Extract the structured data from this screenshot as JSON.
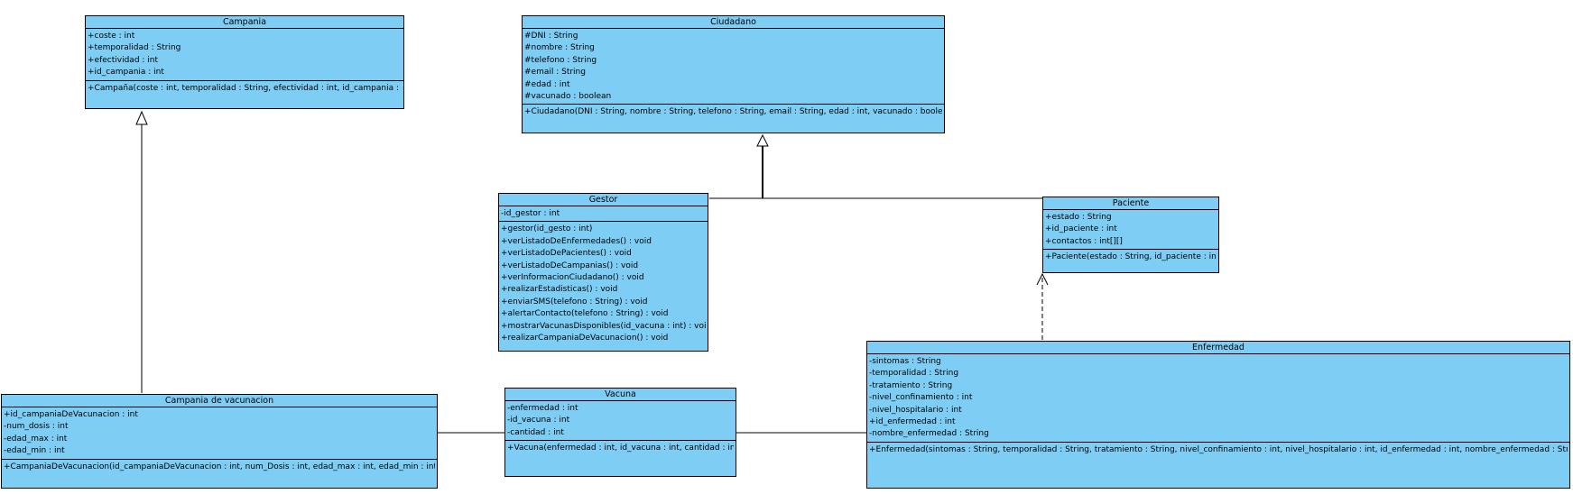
{
  "classes": [
    {
      "id": "campania",
      "name": "Campania",
      "attributes": [
        "+coste : int",
        "+temporalidad : String",
        "+efectividad : int",
        "+id_campania : int"
      ],
      "operations": [
        "+Campaña(coste : int, temporalidad : String, efectividad : int, id_campania : int)"
      ]
    },
    {
      "id": "ciudadano",
      "name": "Ciudadano",
      "attributes": [
        "#DNI : String",
        "#nombre : String",
        "#telefono : String",
        "#email : String",
        "#edad : int",
        "#vacunado : boolean"
      ],
      "operations": [
        "+Ciudadano(DNI : String, nombre : String, telefono : String, email : String, edad : int, vacunado : boolean)"
      ]
    },
    {
      "id": "gestor",
      "name": "Gestor",
      "attributes": [
        "-id_gestor : int"
      ],
      "operations": [
        "+gestor(id_gesto : int)",
        "+verListadoDeEnfermedades() : void",
        "+verListadoDePacientes() : void",
        "+verListadoDeCampanias() : void",
        "+verInformacionCiudadano() : void",
        "+realizarEstadisticas() : void",
        "+enviarSMS(telefono : String) : void",
        "+alertarContacto(telefono : String) : void",
        "+mostrarVacunasDisponibles(id_vacuna : int) : void",
        "+realizarCampaniaDeVacunacion() : void"
      ]
    },
    {
      "id": "paciente",
      "name": "Paciente",
      "attributes": [
        "+estado : String",
        "+id_paciente : int",
        "+contactos : int[][]"
      ],
      "operations": [
        "+Paciente(estado : String, id_paciente : int)"
      ]
    },
    {
      "id": "campania_vac",
      "name": "Campania de vacunacion",
      "attributes": [
        "+id_campaniaDeVacunacion : int",
        "-num_dosis : int",
        "-edad_max : int",
        "-edad_min : int"
      ],
      "operations": [
        "+CampaniaDeVacunacion(id_campaniaDeVacunacion : int, num_Dosis : int, edad_max : int, edad_min : int)"
      ]
    },
    {
      "id": "vacuna",
      "name": "Vacuna",
      "attributes": [
        "-enfermedad : int",
        "-id_vacuna : int",
        "-cantidad : int"
      ],
      "operations": [
        "+Vacuna(enfermedad : int, id_vacuna : int, cantidad : int)"
      ]
    },
    {
      "id": "enfermedad",
      "name": "Enfermedad",
      "attributes": [
        "-sintomas : String",
        "-temporalidad : String",
        "-tratamiento : String",
        "-nivel_confinamiento : int",
        "-nivel_hospitalario : int",
        "+id_enfermedad : int",
        "-nombre_enfermedad : String"
      ],
      "operations": [
        "+Enfermedad(sintomas : String, temporalidad : String, tratamiento : String, nivel_confinamiento : int, nivel_hospitalario : int, id_enfermedad : int, nombre_enfermedad : String)"
      ]
    }
  ],
  "relations": [
    {
      "type": "generalization",
      "from": "campania_vac",
      "to": "campania"
    },
    {
      "type": "generalization",
      "from": "gestor",
      "to": "ciudadano"
    },
    {
      "type": "generalization",
      "from": "paciente",
      "to": "ciudadano"
    },
    {
      "type": "dependency",
      "from": "enfermedad",
      "to": "paciente"
    },
    {
      "type": "association",
      "from": "campania_vac",
      "to": "vacuna"
    },
    {
      "type": "association",
      "from": "vacuna",
      "to": "enfermedad"
    }
  ],
  "colors": {
    "class_fill": "#7ecdf4",
    "border": "#000000"
  }
}
